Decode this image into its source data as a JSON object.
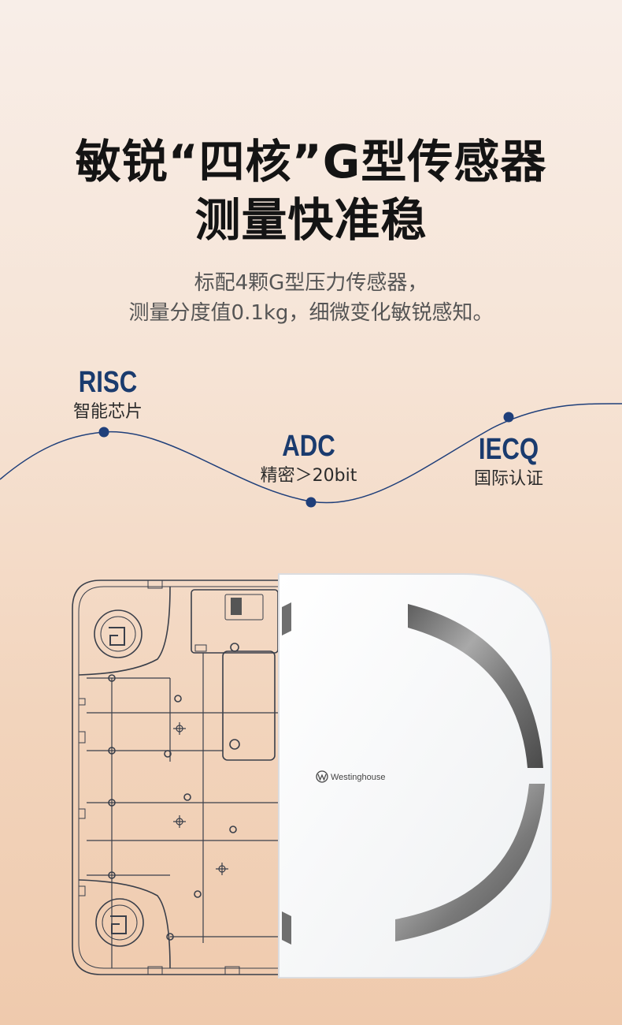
{
  "heading": {
    "line1": "敏锐“四核”G型传感器",
    "line2": "测量快准稳"
  },
  "description": {
    "line1": "标配4颗G型压力传感器，",
    "line2": "测量分度值0.1kg，细微变化敏锐感知。"
  },
  "features": [
    {
      "name": "RISC",
      "desc": "智能芯片"
    },
    {
      "name": "ADC",
      "desc": "精密＞20bit"
    },
    {
      "name": "IECQ",
      "desc": "国际认证"
    }
  ],
  "product": {
    "brand": "Westinghouse"
  },
  "colors": {
    "accent": "#1a3b6e",
    "line": "#1f3f7a",
    "text": "#141414"
  }
}
